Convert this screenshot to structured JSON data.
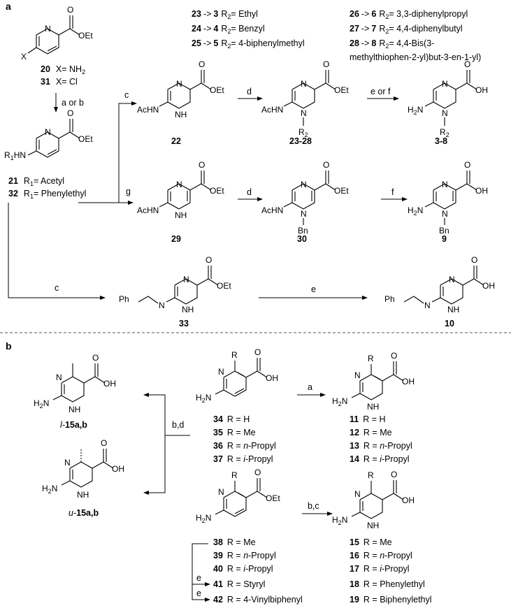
{
  "sections": {
    "a": "a",
    "b": "b"
  },
  "legend": [
    {
      "from": "23",
      "to": "3",
      "r": "R",
      "sub": "2",
      "val": "= Ethyl"
    },
    {
      "from": "24",
      "to": "4",
      "r": "R",
      "sub": "2",
      "val": "= Benzyl"
    },
    {
      "from": "25",
      "to": "5",
      "r": "R",
      "sub": "2",
      "val": "= 4-biphenylmethyl"
    },
    {
      "from": "26",
      "to": "6",
      "r": "R",
      "sub": "2",
      "val": "= 3,3-diphenylpropyl"
    },
    {
      "from": "27",
      "to": "7",
      "r": "R",
      "sub": "2",
      "val": "= 4,4-diphenylbutyl"
    },
    {
      "from": "28",
      "to": "8",
      "r": "R",
      "sub": "2",
      "val": "= 4,4-Bis(3-"
    }
  ],
  "legend_cont": "methylthiophen-2-yl)but-3-en-1-yl)",
  "arrow_sym": "->",
  "atoms": {
    "N": "N",
    "NH": "NH",
    "H": "H",
    "OEt": "OEt",
    "OH": "OH",
    "O": "O",
    "X": "X",
    "AcHN": "AcHN",
    "H2N": "H",
    "two": "2",
    "NH2": "NH",
    "Bn": "Bn",
    "Ph": "Ph",
    "R": "R",
    "R1HN_R": "R",
    "R1HN_1": "1",
    "R1HN_HN": "HN",
    "R2": "R",
    "R2sub": "2",
    "CH3": ""
  },
  "cpd": {
    "20": "20",
    "20_desc": "X= NH",
    "20_sub": "2",
    "31": "31",
    "31_desc": "X= Cl",
    "21": "21",
    "21_desc_a": "R",
    "21_desc_sub": "1",
    "21_desc_b": "= Acetyl",
    "32": "32",
    "32_desc_a": "R",
    "32_desc_sub": "1",
    "32_desc_b": "= Phenylethyl",
    "22": "22",
    "23_28": "23-28",
    "3_8": "3-8",
    "29": "29",
    "30": "30",
    "9": "9",
    "33": "33",
    "10": "10",
    "l15": "15a,b",
    "l15_pre": "l-",
    "u15": "15a,b",
    "u15_pre": "u-"
  },
  "reagents": {
    "a_or_b": "a or b",
    "c": "c",
    "d": "d",
    "e_or_f": "e or f",
    "g": "g",
    "f": "f",
    "e": "e",
    "a": "a",
    "b_d": "b,d",
    "b_c": "b,c"
  },
  "list_b1": [
    {
      "n": "34",
      "pre": "R = ",
      "val": "H",
      "it": ""
    },
    {
      "n": "35",
      "pre": "R = ",
      "val": "Me",
      "it": ""
    },
    {
      "n": "36",
      "pre": "R = ",
      "it": "n",
      "val": "-Propyl"
    },
    {
      "n": "37",
      "pre": "R = ",
      "it": "i",
      "val": "-Propyl"
    }
  ],
  "list_b2": [
    {
      "n": "11",
      "pre": "R = ",
      "val": "H",
      "it": ""
    },
    {
      "n": "12",
      "pre": "R = ",
      "val": "Me",
      "it": ""
    },
    {
      "n": "13",
      "pre": "R = ",
      "it": "n",
      "val": "-Propyl"
    },
    {
      "n": "14",
      "pre": "R = ",
      "it": "i",
      "val": "-Propyl"
    }
  ],
  "list_b3": [
    {
      "n": "38",
      "pre": "R = ",
      "val": "Me",
      "it": ""
    },
    {
      "n": "39",
      "pre": "R = ",
      "it": "n",
      "val": "-Propyl"
    },
    {
      "n": "40",
      "pre": "R = ",
      "it": "i",
      "val": "-Propyl"
    },
    {
      "n": "41",
      "pre": "R = ",
      "val": "Styryl",
      "it": ""
    },
    {
      "n": "42",
      "pre": "R = ",
      "val": "4-Vinylbiphenyl",
      "it": ""
    }
  ],
  "list_b4": [
    {
      "n": "15",
      "pre": "R = ",
      "val": "Me",
      "it": ""
    },
    {
      "n": "16",
      "pre": "R = ",
      "it": "n",
      "val": "-Propyl"
    },
    {
      "n": "17",
      "pre": "R = ",
      "it": "i",
      "val": "-Propyl"
    },
    {
      "n": "18",
      "pre": "R = ",
      "val": "Phenylethyl",
      "it": ""
    },
    {
      "n": "19",
      "pre": "R = ",
      "val": "Biphenylethyl",
      "it": ""
    }
  ]
}
